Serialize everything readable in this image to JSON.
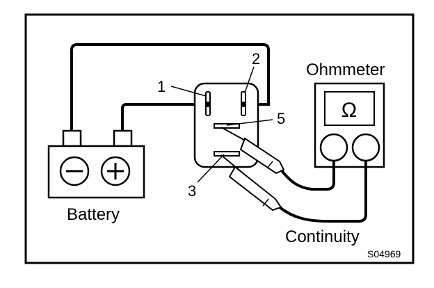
{
  "labels": {
    "battery": "Battery",
    "ohmmeter": "Ohmmeter",
    "continuity": "Continuity",
    "ohm_symbol": "Ω",
    "figure_code": "S04969"
  },
  "terminals": {
    "t1": "1",
    "t2": "2",
    "t3": "3",
    "t5": "5"
  },
  "battery_symbols": {
    "negative": "−",
    "positive": "+"
  }
}
